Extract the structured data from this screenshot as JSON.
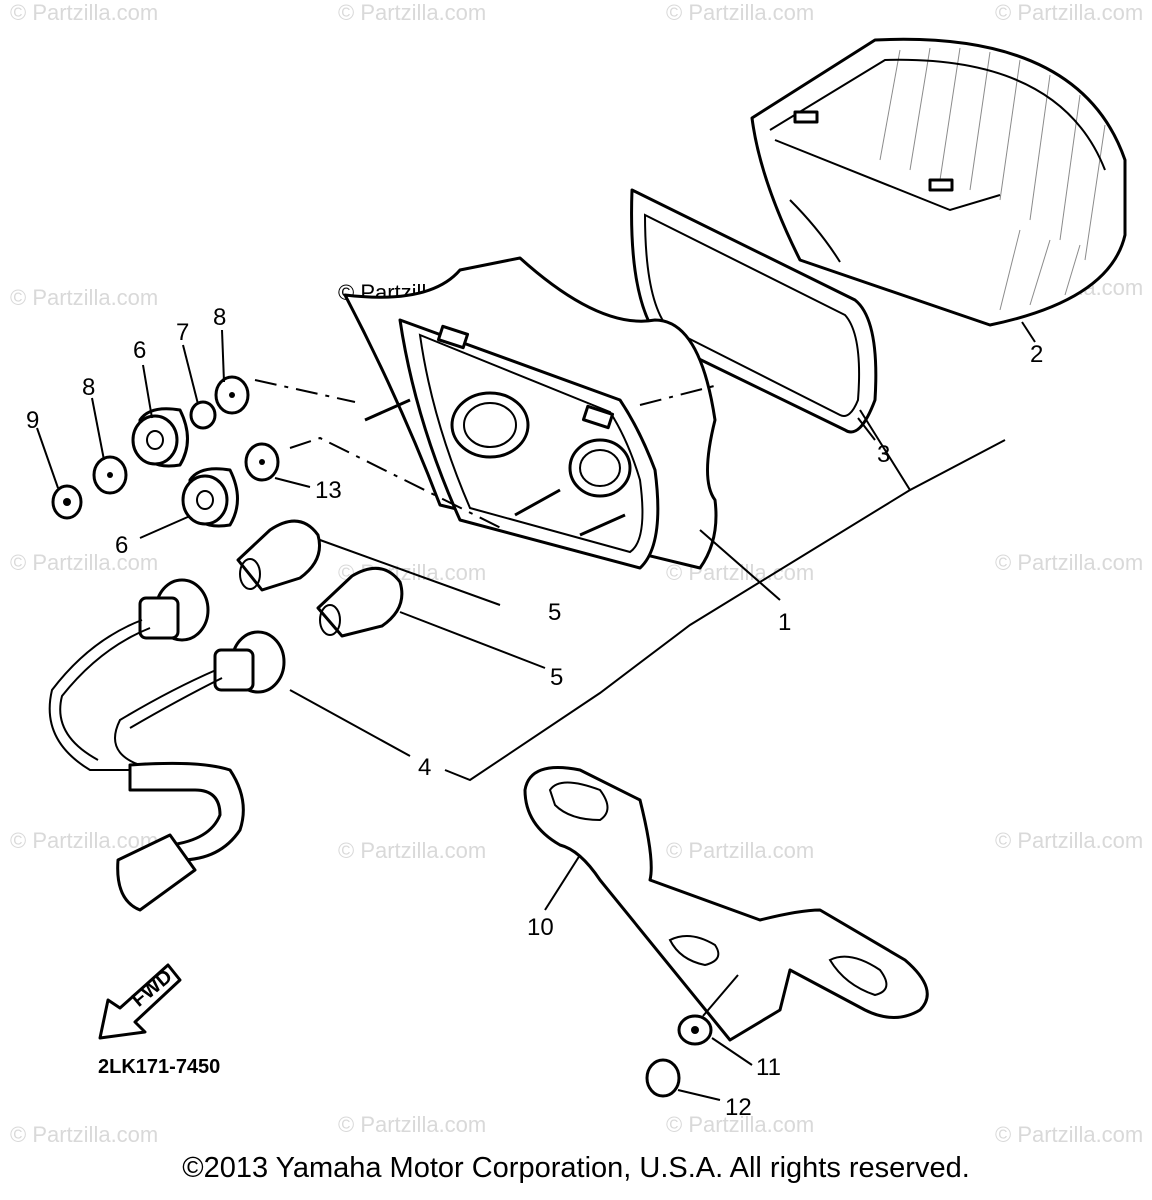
{
  "watermark": {
    "text": "© Partzilla.com"
  },
  "diagram_watermark": "© Partzilla.com",
  "callouts": {
    "c1": "1",
    "c2": "2",
    "c3": "3",
    "c4": "4",
    "c5a": "5",
    "c5b": "5",
    "c6a": "6",
    "c6b": "6",
    "c7": "7",
    "c8a": "8",
    "c8b": "8",
    "c9": "9",
    "c10": "10",
    "c11": "11",
    "c12": "12",
    "c13": "13"
  },
  "fwd_label": "FWD",
  "part_code": "2LK171-7450",
  "copyright": "©2013  Yamaha Motor Corporation, U.S.A. All rights reserved."
}
